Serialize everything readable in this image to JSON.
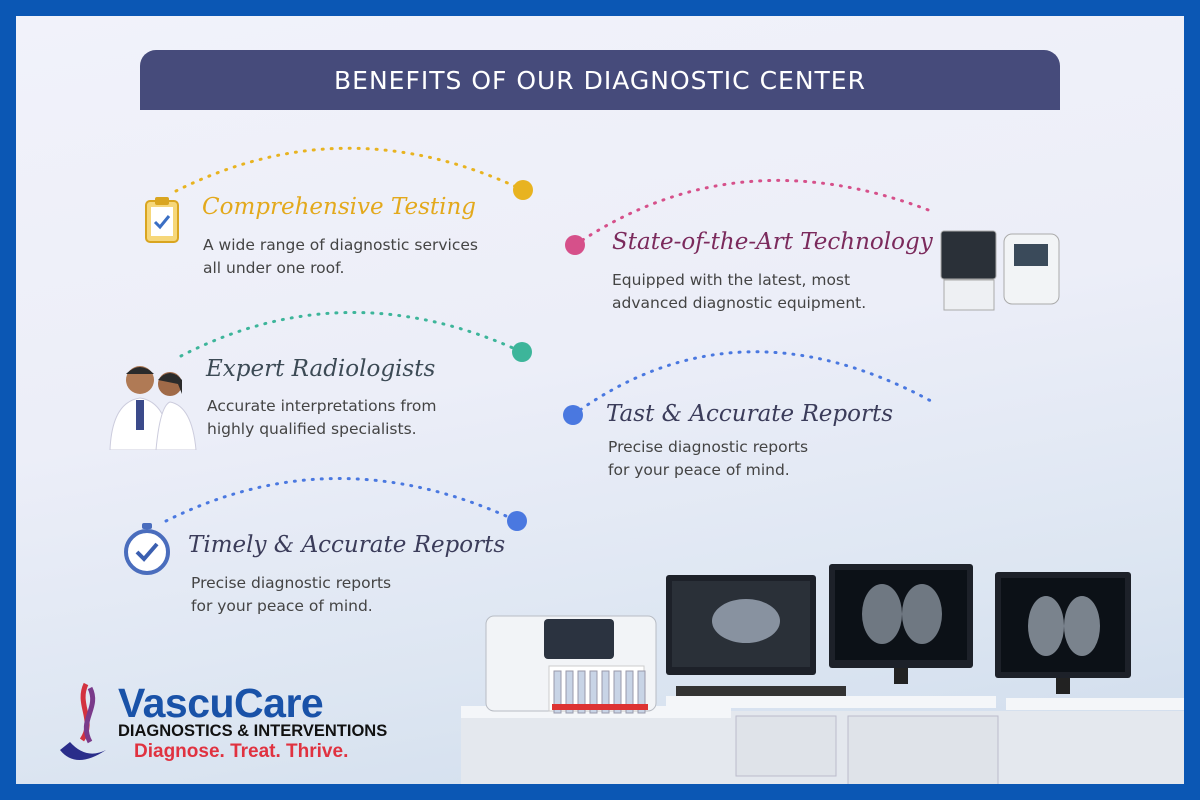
{
  "header": {
    "title": "BENEFITS OF OUR DIAGNOSTIC CENTER"
  },
  "benefits": [
    {
      "title": "Comprehensive Testing",
      "desc": [
        "A wide range of diagnostic services",
        "all under one roof."
      ],
      "color": "#e8b320",
      "title_color": "#e3a91c",
      "icon": "clipboard-check-icon"
    },
    {
      "title": "State-of-the-Art Technology",
      "desc": [
        "Equipped with the latest, most",
        "advanced diagnostic equipment."
      ],
      "color": "#d6508a",
      "title_color": "#7b2a5c",
      "icon": "medical-equipment-icon"
    },
    {
      "title": "Expert Radiologists",
      "desc": [
        "Accurate interpretations from",
        "highly qualified specialists."
      ],
      "color": "#3db59a",
      "title_color": "#3c4a55",
      "icon": "doctors-icon"
    },
    {
      "title": "Tast & Accurate Reports",
      "desc": [
        "Precise diagnostic reports",
        "for your peace of mind."
      ],
      "color": "#4a78e0",
      "title_color": "#3b3c5a",
      "icon": ""
    },
    {
      "title": "Timely & Accurate Reports",
      "desc": [
        "Precise diagnostic reports",
        "for your peace of mind."
      ],
      "color": "#4a78e0",
      "title_color": "#3b3c5a",
      "icon": "stopwatch-icon"
    }
  ],
  "logo": {
    "brand": "VascuCare",
    "subtitle": "DIAGNOSTICS & INTERVENTIONS",
    "tagline": "Diagnose. Treat. Thrive."
  }
}
